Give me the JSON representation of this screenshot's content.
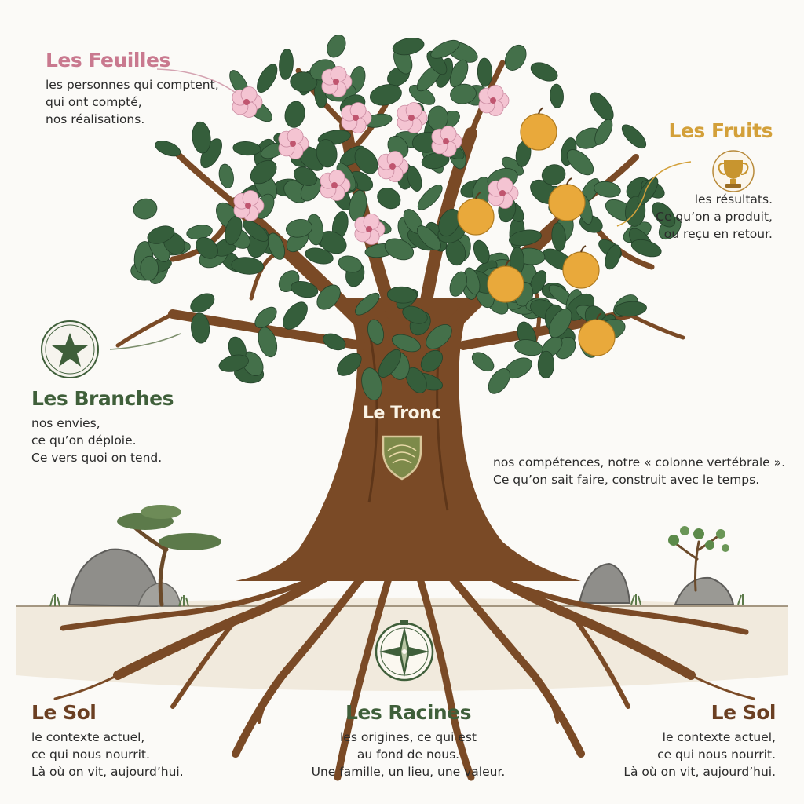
{
  "colors": {
    "feuilles": "#c9798f",
    "fruits": "#d3a03a",
    "branches": "#3f5f3a",
    "tronc": "#fbf4e6",
    "sol": "#6b3f22",
    "racines": "#3f5f3a",
    "trunk": "#7a4a26",
    "leaf": "#44704a",
    "blossom": "#f4c4d2",
    "fruit": "#e9a93b"
  },
  "icons": {
    "branches": "star-icon",
    "fruits": "trophy-icon",
    "tronc": "shield-icon",
    "racines": "compass-icon"
  },
  "labels": {
    "feuilles": {
      "title": "Les Feuilles",
      "lines": [
        "les personnes qui comptent,",
        "qui ont compté,",
        "nos réalisations."
      ]
    },
    "fruits": {
      "title": "Les Fruits",
      "lines": [
        "les résultats.",
        "Ce qu’on a produit,",
        "ou reçu en retour."
      ]
    },
    "branches": {
      "title": "Les Branches",
      "lines": [
        "nos envies,",
        "ce qu’on déploie.",
        "Ce vers quoi on tend."
      ]
    },
    "tronc": {
      "title": "Le Tronc",
      "lines": [
        "nos compétences, notre « colonne vertébrale ».",
        "Ce qu’on sait faire, construit avec le temps."
      ]
    },
    "sol_left": {
      "title": "Le Sol",
      "lines": [
        "le contexte actuel,",
        "ce qui nous nourrit.",
        "Là où on vit, aujourd’hui."
      ]
    },
    "racines": {
      "title": "Les Racines",
      "lines": [
        "les origines, ce qui est",
        "au fond de nous.",
        "Une famille, un lieu, une valeur."
      ]
    },
    "sol_right": {
      "title": "Le Sol",
      "lines": [
        "le contexte actuel,",
        "ce qui nous nourrit.",
        "Là où on vit, aujourd’hui."
      ]
    }
  }
}
